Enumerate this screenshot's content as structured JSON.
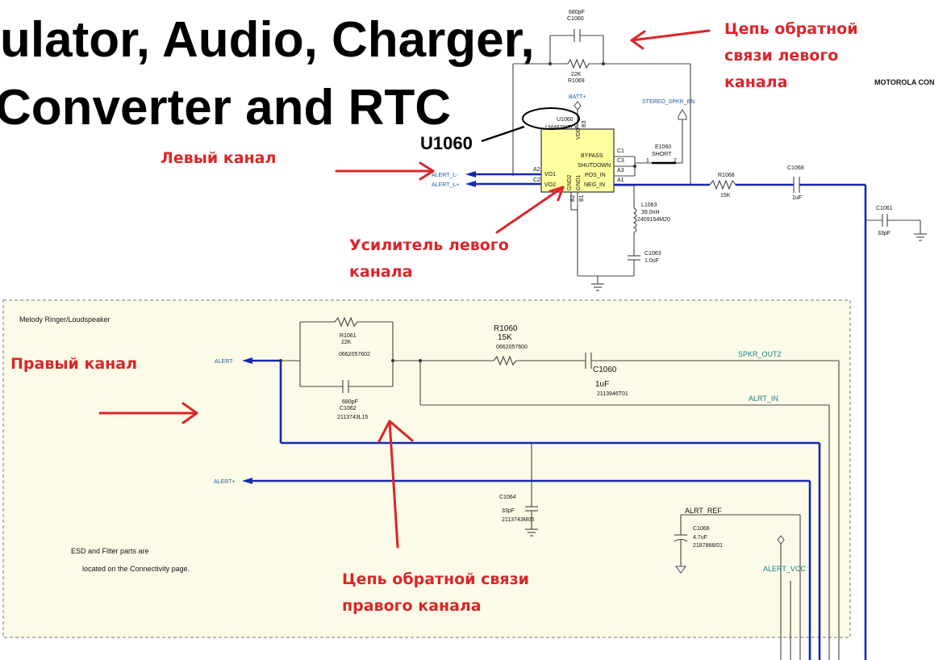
{
  "title": {
    "line1": "ulator, Audio, Charger,",
    "line2": "Converter and RTC"
  },
  "corner_label": "MOTOROLA CON",
  "chip": {
    "ref": "U1060",
    "ref_small": "U1060",
    "part": "LM4879ITLX",
    "pins": {
      "a2": "A2",
      "c2": "C2",
      "vo1": "VO1",
      "vo2": "VO2",
      "gnd2": "GND2",
      "gnd1": "GND1",
      "b2": "B2",
      "b1": "B1",
      "b3": "B3",
      "vdd": "VDD",
      "c1": "C1",
      "c3": "C3",
      "a3": "A3",
      "a1": "A1",
      "bypass": "BYPASS",
      "shutdown": "SHUTDOWN",
      "pos_in": "POS_IN",
      "neg_in": "NEG_IN"
    }
  },
  "components": {
    "c1060_top": {
      "value": "680pF",
      "ref": "C1060"
    },
    "r1069": {
      "value": "22K",
      "ref": "R1069"
    },
    "batt": "BATT+",
    "stereo_spkr_en": "STEREO_SPKR_EN",
    "e1060": {
      "ref": "E1060",
      "note": "SHORT",
      "pin1": "1",
      "pin2": "2"
    },
    "r1068": {
      "ref": "R1068",
      "value": "15K"
    },
    "c1068": {
      "ref": "C1068",
      "value": "1uF"
    },
    "c1061": {
      "ref": "C1061",
      "value": "33pF"
    },
    "l1063": {
      "ref": "L1063",
      "value": "39.0nH",
      "part": "2409154M20"
    },
    "c1063": {
      "ref": "C1063",
      "value": "1.0uF"
    },
    "r1061": {
      "ref": "R1061",
      "value": "22K",
      "part": "0662057602"
    },
    "c1062": {
      "ref": "C1062",
      "value": "680pF",
      "part": "2113743L15"
    },
    "r1060": {
      "ref": "R1060",
      "value": "15K",
      "part": "0662057600"
    },
    "c1060": {
      "ref": "C1060",
      "value": "1uF",
      "part": "2113946T01"
    },
    "c1064": {
      "ref": "C1064",
      "value": "33pF",
      "part": "2113743M05"
    },
    "c1066": {
      "ref": "C1066",
      "value": "4.7uF",
      "part": "2187868/01"
    }
  },
  "nets": {
    "alert_l_minus": "ALERT_L-",
    "alert_l_plus": "ALERT_L+",
    "alert_minus": "ALERT-",
    "alert_plus": "ALERT+",
    "spkr_out2": "SPKR_OUT2",
    "alrt_in": "ALRT_IN",
    "alrt_ref": "ALRT_REF",
    "alert_vcc": "ALERT_VCC"
  },
  "block": {
    "title": "Melody Ringer/Loudspeaker",
    "note_line1": "ESD and Filter parts are",
    "note_line2": "located on the Connectivity page."
  },
  "annotations": {
    "feedback_left_1": "Цепь обратной",
    "feedback_left_2": "связи левого",
    "feedback_left_3": "канала",
    "left_channel": "Левый канал",
    "amp_left_1": "Усилитель левого",
    "amp_left_2": "канала",
    "right_channel": "Правый канал",
    "feedback_right_1": "Цепь обратной связи",
    "feedback_right_2": "правого канала"
  },
  "colors": {
    "annotation_red": "#d9262b",
    "net_blue": "#1428b4",
    "chip_fill": "#ffff9f",
    "block_fill": "#fcfbe7"
  }
}
